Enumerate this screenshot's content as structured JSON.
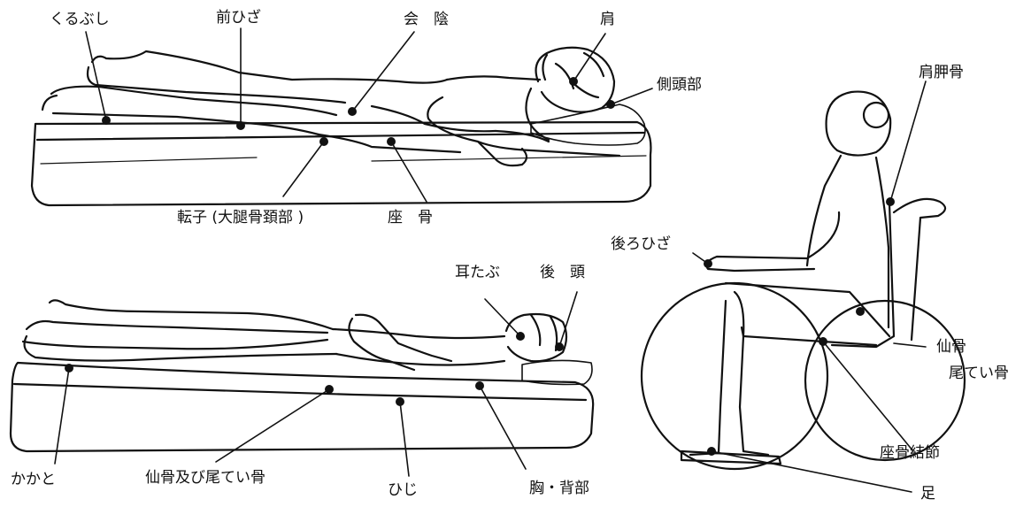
{
  "labels": {
    "kurubushi": "くるぶし",
    "mae_hiza": "前ひざ",
    "ein": "会　陰",
    "kata": "肩",
    "sokutoubu": "側頭部",
    "tenshi": "転子 (大腿骨頚部 )",
    "zakotsu_side": "座　骨",
    "mimitabu": "耳たぶ",
    "koutou": "後　頭",
    "kakato": "かかと",
    "senkotsu_biteikotsu": "仙骨及び尾てい骨",
    "hiji": "ひじ",
    "mune_haibu": "胸・背部",
    "kenkoukotsu": "肩胛骨",
    "ushiro_hiza": "後ろひざ",
    "senkotsu": "仙骨",
    "biteikotsu": "尾てい骨",
    "zakotsu_kessetsu": "座骨結節",
    "ashi": "足"
  }
}
